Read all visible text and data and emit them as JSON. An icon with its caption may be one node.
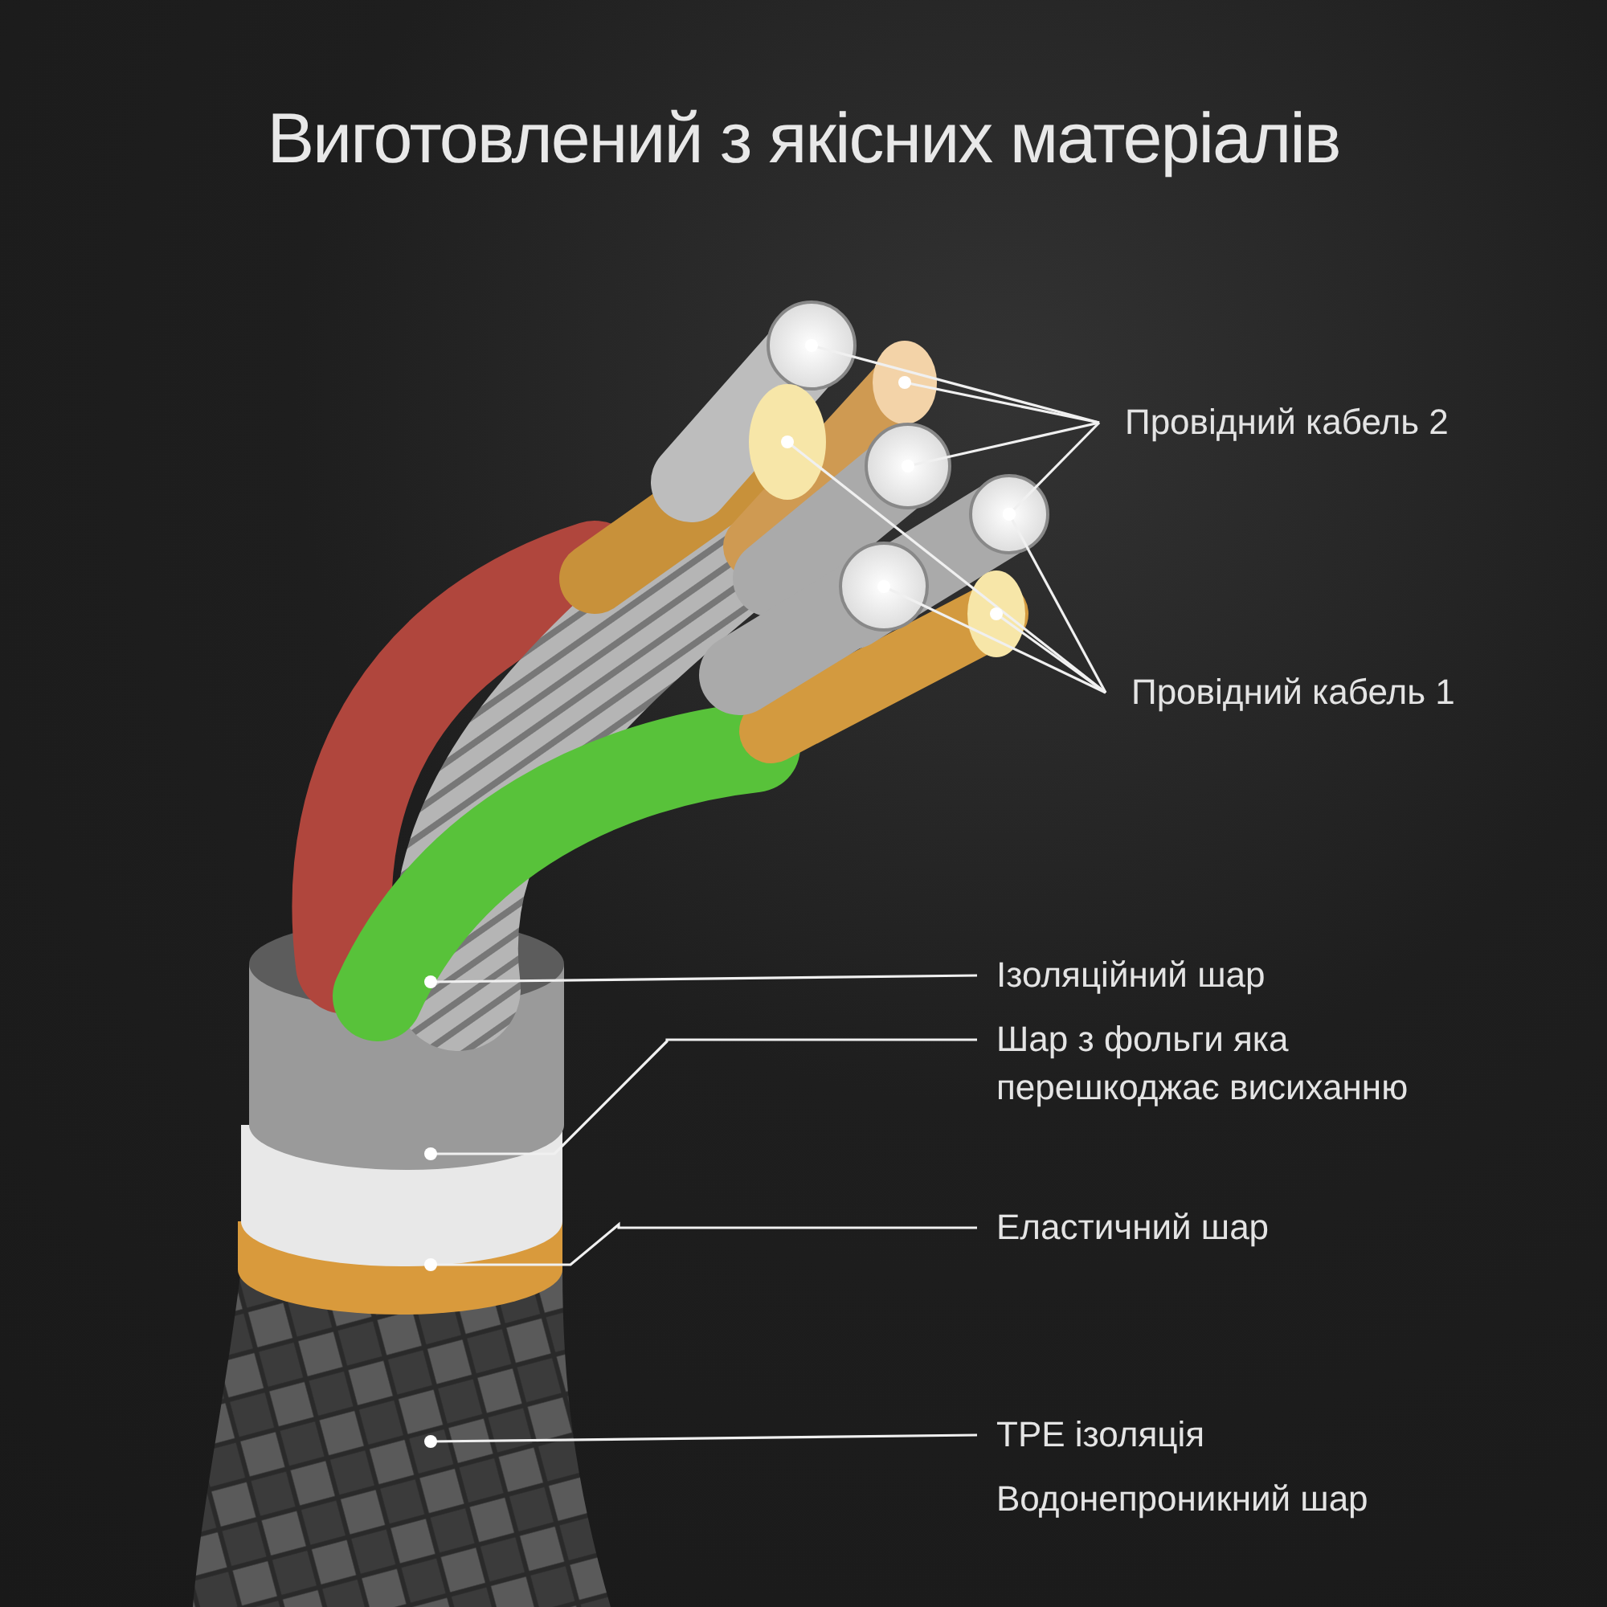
{
  "diagram": {
    "title": "Виготовлений з якісних матеріалів",
    "nodes": [
      {
        "text": [
          "Провідний кабель 2"
        ]
      },
      {
        "text": [
          "Провідний кабель 1"
        ]
      },
      {
        "text": [
          "Ізоляційний шар"
        ]
      },
      {
        "text": [
          "Шар з фольги яка перешкоджає висиханню"
        ]
      },
      {
        "text": [
          "Еластичний шар"
        ]
      },
      {
        "text": [
          "TPE ізоляція",
          "Водонепроникний шар"
        ]
      }
    ],
    "edges": [
      {
        "from": 0,
        "to": null,
        "arrow": "other"
      },
      {
        "from": 0,
        "to": null,
        "arrow": "other"
      },
      {
        "from": 0,
        "to": null,
        "arrow": "other"
      },
      {
        "from": 0,
        "to": null,
        "arrow": "other"
      },
      {
        "from": 1,
        "to": null,
        "arrow": "other"
      },
      {
        "from": 1,
        "to": null,
        "arrow": "other"
      },
      {
        "from": 1,
        "to": null,
        "arrow": "other"
      },
      {
        "from": 1,
        "to": null,
        "arrow": "other"
      },
      {
        "from": 2,
        "to": null,
        "arrow": "other"
      },
      {
        "from": 3,
        "to": null,
        "arrow": "other"
      },
      {
        "from": 4,
        "to": null,
        "arrow": "other"
      },
      {
        "from": 5,
        "to": null,
        "arrow": "other"
      }
    ]
  }
}
